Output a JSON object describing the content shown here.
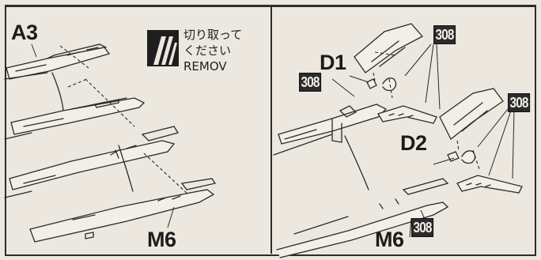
{
  "left_panel": {
    "callouts": {
      "a3": "A3",
      "m6": "M6"
    },
    "remove_note": {
      "icon": "cut-off-marker-icon",
      "line1": "切り取って",
      "line2": "ください",
      "line3": "REMOV"
    }
  },
  "right_panel": {
    "callouts": {
      "d1": "D1",
      "d2": "D2",
      "m6": "M6"
    },
    "part_badges": [
      "308",
      "308",
      "308",
      "308"
    ]
  },
  "colors": {
    "ink": "#2b2b2b",
    "paper": "#ece8df"
  }
}
